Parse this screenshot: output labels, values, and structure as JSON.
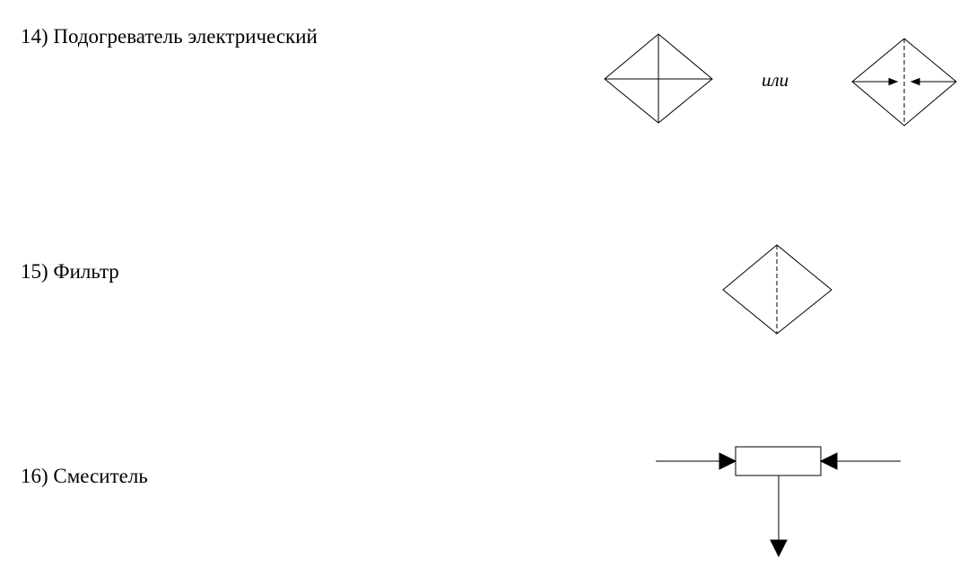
{
  "items": [
    {
      "label": "14) Подогреватель электрический",
      "alternative_separator": "или"
    },
    {
      "label": "15) Фильтр"
    },
    {
      "label": "16) Смеситель"
    }
  ]
}
